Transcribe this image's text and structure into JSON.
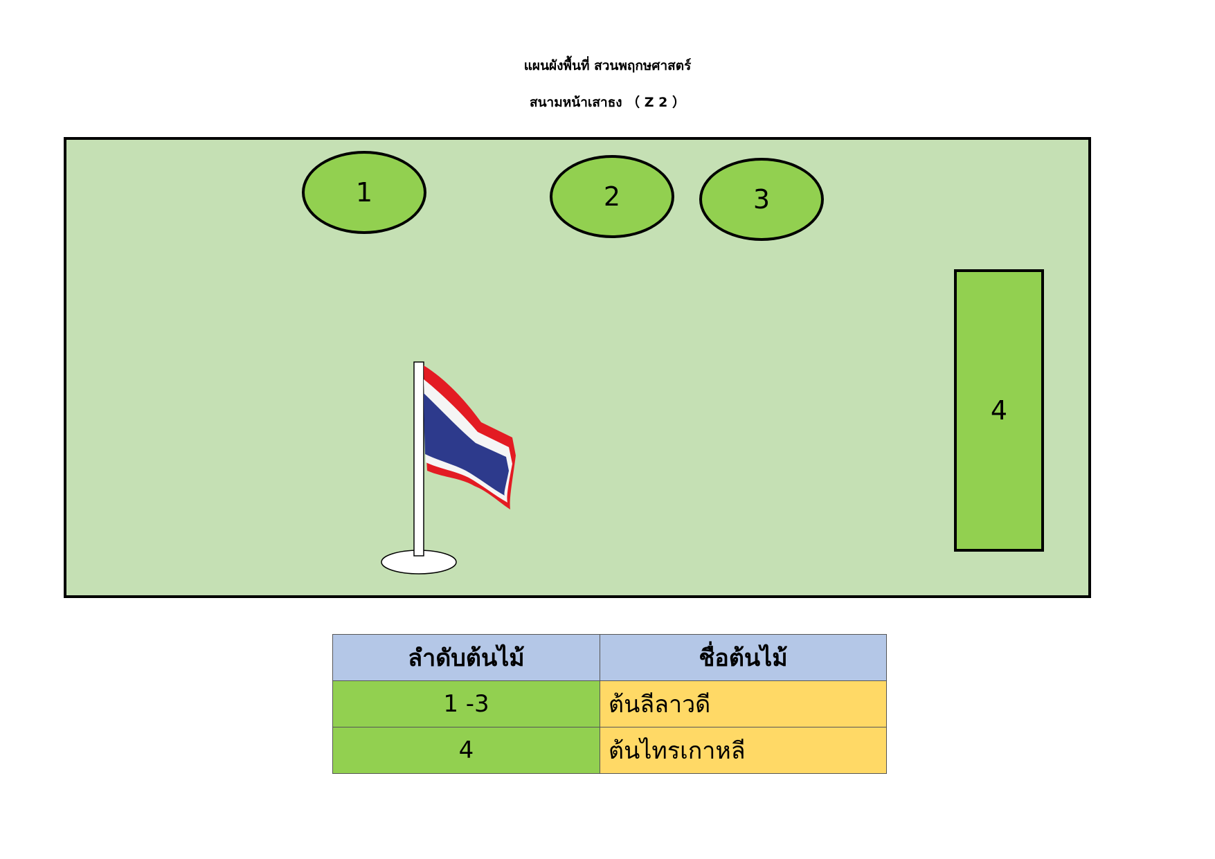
{
  "title": "แผนผังพื้นที่ สวนพฤกษศาสตร์",
  "subtitle": "สนามหน้าเสาธง （ Z 2 ）",
  "map": {
    "trees": [
      {
        "label": "1",
        "shape": "oval"
      },
      {
        "label": "2",
        "shape": "oval"
      },
      {
        "label": "3",
        "shape": "oval"
      },
      {
        "label": "4",
        "shape": "rectangle"
      }
    ],
    "colors": {
      "field": "#c5e0b4",
      "tree": "#92d050",
      "border": "#000000"
    },
    "flag_icon": "thai-flag-icon"
  },
  "legend": {
    "headers": [
      "ลำดับต้นไม้",
      "ชื่อต้นไม้"
    ],
    "rows": [
      {
        "number": "1 -3",
        "name": "ต้นลีลาวดี"
      },
      {
        "number": "4",
        "name": "ต้นไทรเกาหลี"
      }
    ],
    "colors": {
      "header": "#b4c7e7",
      "number_cell": "#92d050",
      "name_cell": "#ffd966"
    }
  }
}
